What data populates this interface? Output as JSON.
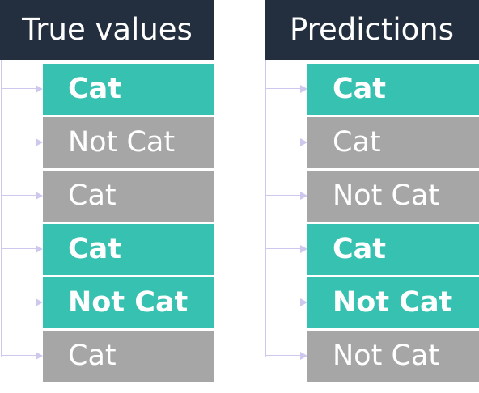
{
  "colors": {
    "header_bg": "#232f3e",
    "match_fill": "#36c1b0",
    "nonmatch_fill": "#a6a6a6",
    "connector": "#cfc8ee",
    "text": "#ffffff"
  },
  "true_values": {
    "title": "True values",
    "items": [
      {
        "label": "Cat",
        "highlight": true
      },
      {
        "label": "Not Cat",
        "highlight": false
      },
      {
        "label": "Cat",
        "highlight": false
      },
      {
        "label": "Cat",
        "highlight": true
      },
      {
        "label": "Not Cat",
        "highlight": true
      },
      {
        "label": "Cat",
        "highlight": false
      }
    ]
  },
  "predictions": {
    "title": "Predictions",
    "items": [
      {
        "label": "Cat",
        "highlight": true
      },
      {
        "label": "Cat",
        "highlight": false
      },
      {
        "label": "Not Cat",
        "highlight": false
      },
      {
        "label": "Cat",
        "highlight": true
      },
      {
        "label": "Not Cat",
        "highlight": true
      },
      {
        "label": "Not Cat",
        "highlight": false
      }
    ]
  }
}
